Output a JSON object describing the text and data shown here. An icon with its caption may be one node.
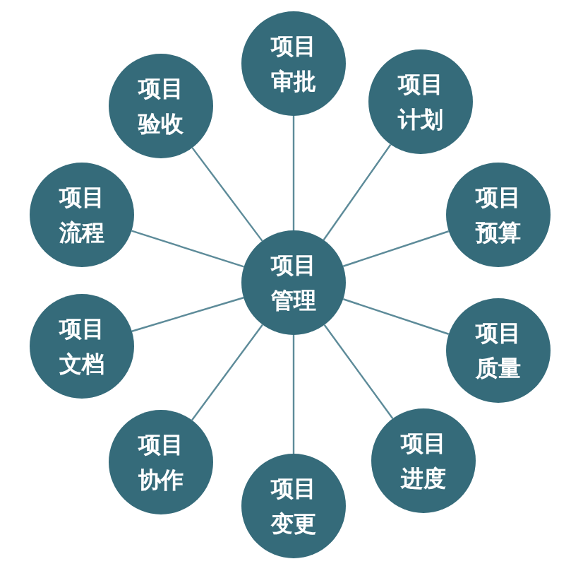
{
  "diagram": {
    "nodes": [
      {
        "text": [
          "项目管理"
        ]
      },
      {
        "text": [
          "项目审批"
        ]
      },
      {
        "text": [
          "项目计划"
        ]
      },
      {
        "text": [
          "项目预算"
        ]
      },
      {
        "text": [
          "项目质量"
        ]
      },
      {
        "text": [
          "项目进度"
        ]
      },
      {
        "text": [
          "项目变更"
        ]
      },
      {
        "text": [
          "项目协作"
        ]
      },
      {
        "text": [
          "项目文档"
        ]
      },
      {
        "text": [
          "项目流程"
        ]
      },
      {
        "text": [
          "项目验收"
        ]
      }
    ],
    "edges": [
      {
        "from": 0,
        "to": 1,
        "arrow": "none"
      },
      {
        "from": 0,
        "to": 2,
        "arrow": "none"
      },
      {
        "from": 0,
        "to": 3,
        "arrow": "none"
      },
      {
        "from": 0,
        "to": 4,
        "arrow": "none"
      },
      {
        "from": 0,
        "to": 5,
        "arrow": "none"
      },
      {
        "from": 0,
        "to": 6,
        "arrow": "none"
      },
      {
        "from": 0,
        "to": 7,
        "arrow": "none"
      },
      {
        "from": 0,
        "to": 8,
        "arrow": "none"
      },
      {
        "from": 0,
        "to": 9,
        "arrow": "none"
      },
      {
        "from": 0,
        "to": 10,
        "arrow": "none"
      }
    ]
  }
}
